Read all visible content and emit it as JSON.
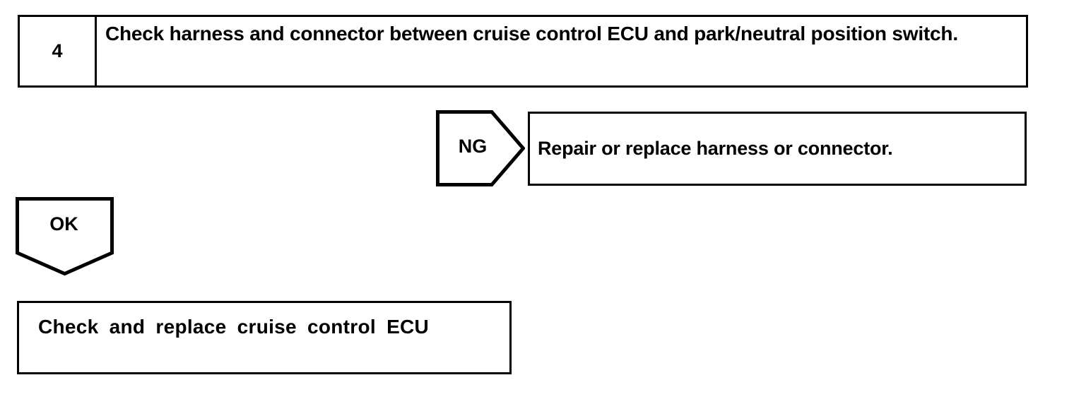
{
  "diagram": {
    "type": "troubleshooting-flowchart",
    "colors": {
      "line": "#000000",
      "background": "#ffffff",
      "text": "#000000"
    },
    "step": {
      "number": "4",
      "instruction": "Check harness and connector between cruise control ECU and park/neutral position switch."
    },
    "branches": {
      "ng": {
        "label": "NG",
        "marker_shape": "right-pointing-chevron",
        "action": "Repair or replace harness or connector."
      },
      "ok": {
        "label": "OK",
        "marker_shape": "down-pointing-pentagon",
        "action": "Check and replace cruise control ECU"
      }
    }
  }
}
